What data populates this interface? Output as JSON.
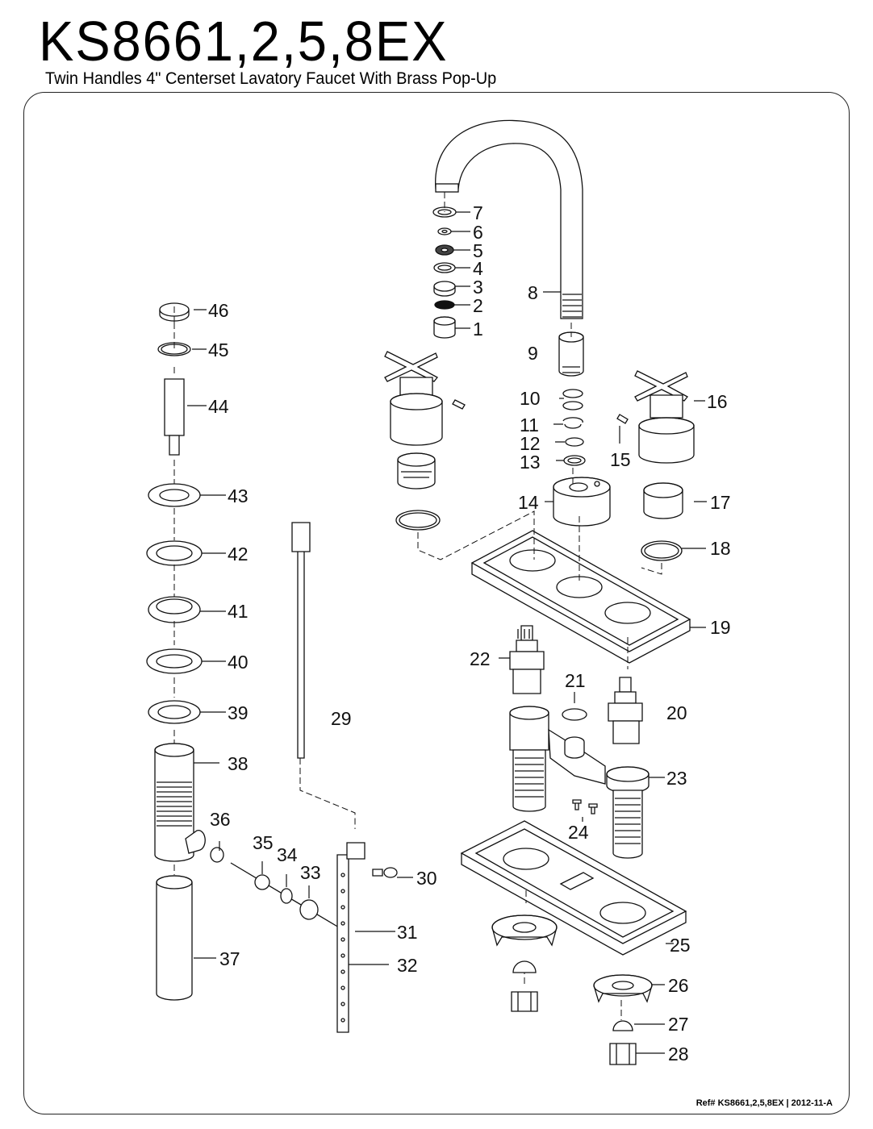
{
  "header": {
    "model": "KS8661,2,5,8EX",
    "description": "Twin Handles 4\" Centerset Lavatory Faucet With Brass Pop-Up"
  },
  "parts": [
    "1",
    "2",
    "3",
    "4",
    "5",
    "6",
    "7",
    "8",
    "9",
    "10",
    "11",
    "12",
    "13",
    "14",
    "15",
    "16",
    "17",
    "18",
    "19",
    "20",
    "21",
    "22",
    "23",
    "24",
    "25",
    "26",
    "27",
    "28",
    "29",
    "30",
    "31",
    "32",
    "33",
    "34",
    "35",
    "36",
    "37",
    "38",
    "39",
    "40",
    "41",
    "42",
    "43",
    "44",
    "45",
    "46"
  ],
  "footer": {
    "ref": "Ref# KS8661,2,5,8EX",
    "date": "2012-11-A"
  }
}
